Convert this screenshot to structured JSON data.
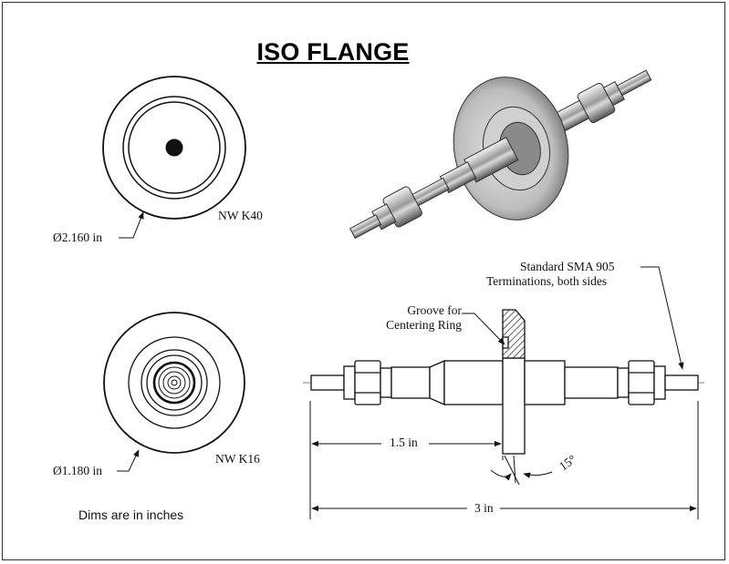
{
  "title": "ISO FLANGE",
  "labels": {
    "nw_k40": "NW K40",
    "nw_k16": "NW K16",
    "dia_k40": "Ø2.160 in",
    "dia_k16": "Ø1.180 in",
    "groove_line1": "Groove for",
    "groove_line2": "Centering Ring",
    "sma_line1": "Standard SMA 905",
    "sma_line2": "Terminations, both sides",
    "dim_1_5": "1.5 in",
    "dim_3": "3 in",
    "angle": "15°"
  },
  "note": "Dims are in inches"
}
